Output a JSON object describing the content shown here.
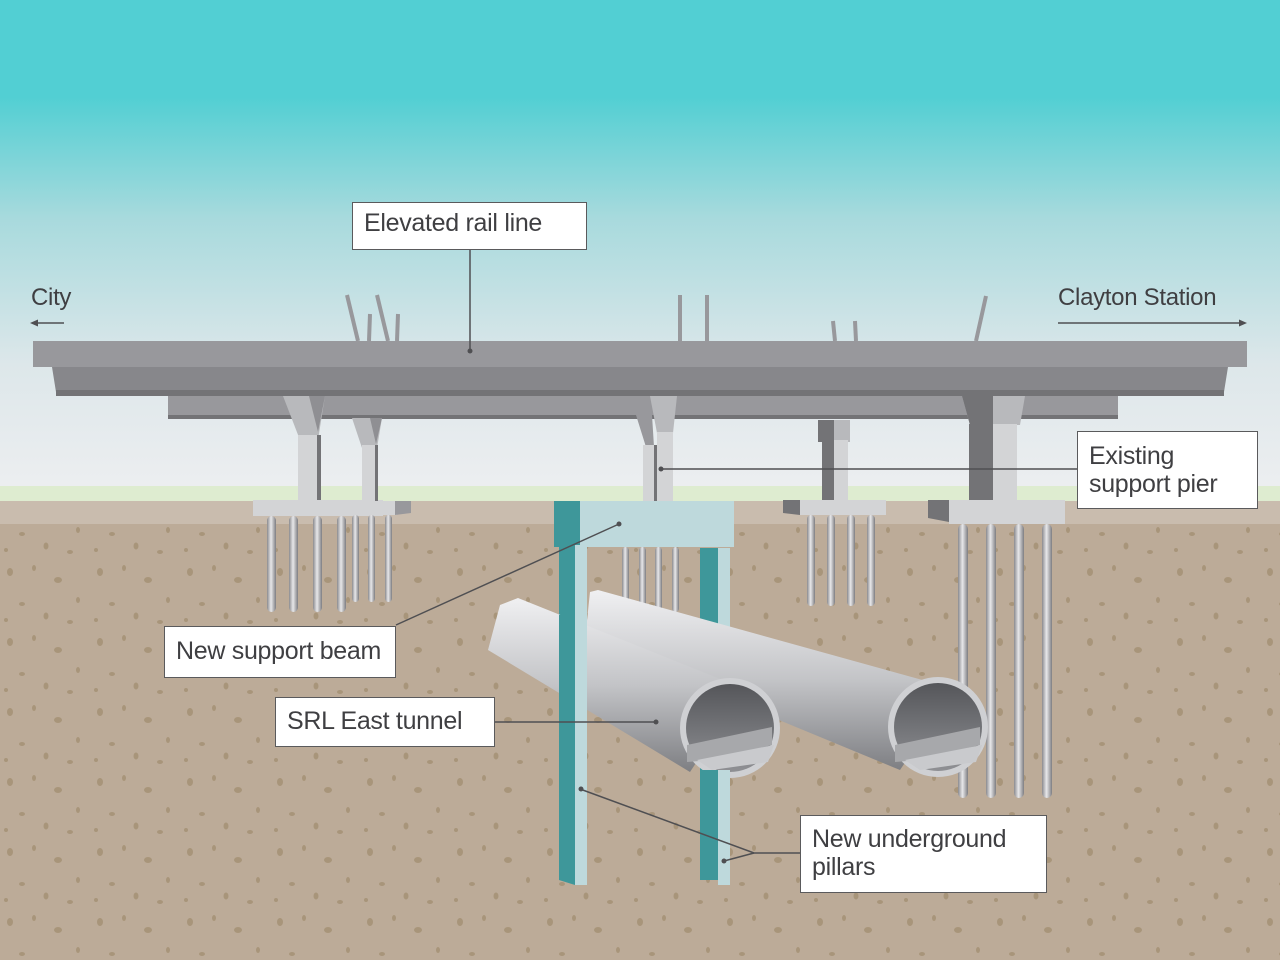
{
  "title": "Elevated rail line over SRL East tunnel cross-section",
  "directions": {
    "left": {
      "label": "City",
      "arrow": "left-arrow"
    },
    "right": {
      "label": "Clayton Station",
      "arrow": "right-arrow"
    }
  },
  "callouts": [
    {
      "id": "elevated-rail-line",
      "label": "Elevated rail line"
    },
    {
      "id": "existing-support-pier",
      "label": "Existing support pier"
    },
    {
      "id": "new-support-beam",
      "label": "New support beam"
    },
    {
      "id": "srl-east-tunnel",
      "label": "SRL East tunnel"
    },
    {
      "id": "new-underground-pillars",
      "label": "New underground pillars"
    }
  ],
  "callout_lines": {
    "existing_support_pier": [
      "Existing",
      "support pier"
    ],
    "new_underground_pillars": [
      "New underground",
      "pillars"
    ]
  },
  "colors": {
    "sky_top": "#52cfd3",
    "sky_bottom": "#eceef0",
    "grass": "#deecd0",
    "topsoil": "#c9bcae",
    "soil": "#bcab98",
    "soil_speckle": "#a8957a",
    "deck": "#98989c",
    "deck_dark": "#87878b",
    "pier_light": "#d3d4d6",
    "pier_dark": "#737376",
    "pillar_teal": "#3e979a",
    "pillar_light": "#bed9dc",
    "tunnel": "#c9cacd",
    "label_border": "#5a5a5c",
    "label_text": "#3f3f42"
  }
}
